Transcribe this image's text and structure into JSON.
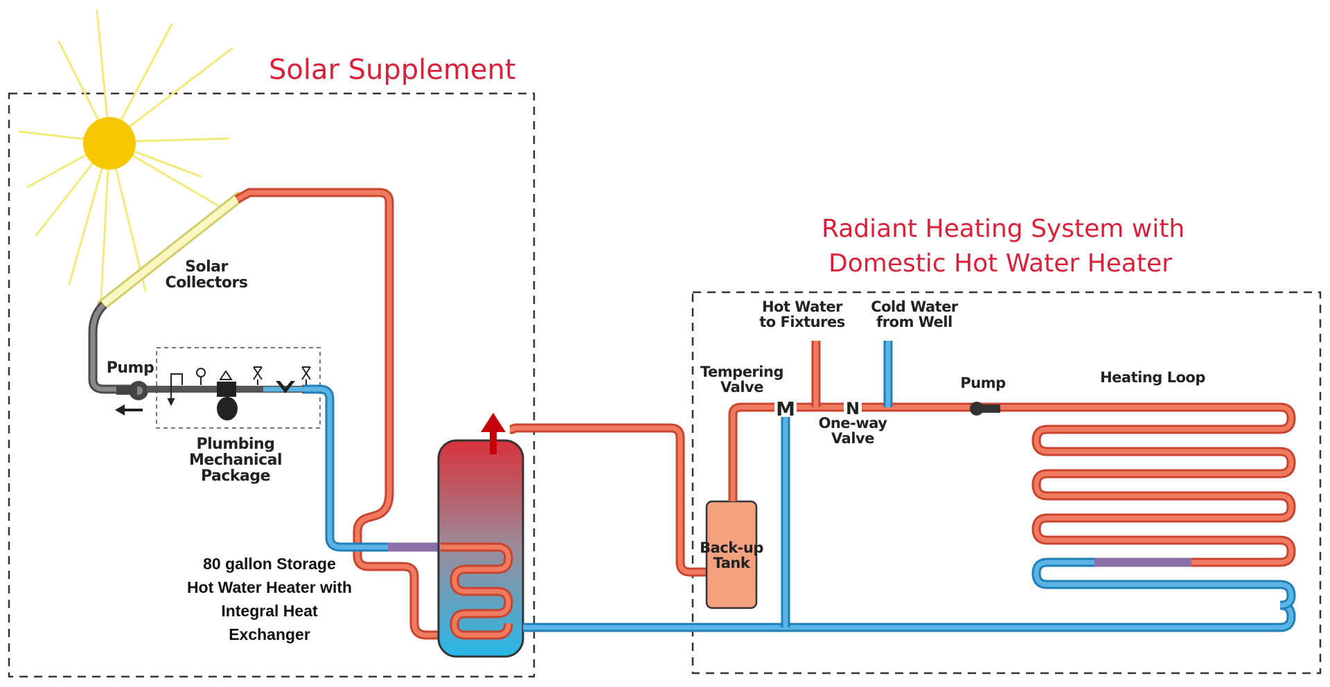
{
  "titles": {
    "solar_supplement": "Solar Supplement",
    "radiant_line1": "Radiant Heating System with",
    "radiant_line2": "Domestic Hot Water Heater"
  },
  "labels": {
    "solar_collectors_1": "Solar",
    "solar_collectors_2": "Collectors",
    "pump_left": "Pump",
    "plumbing_1": "Plumbing",
    "plumbing_2": "Mechanical",
    "plumbing_3": "Package",
    "storage_1": "80 gallon Storage",
    "storage_2": "Hot Water Heater with",
    "storage_3": "Integral Heat",
    "storage_4": "Exchanger",
    "hot_water_1": "Hot Water",
    "hot_water_2": "to Fixtures",
    "cold_water_1": "Cold Water",
    "cold_water_2": "from Well",
    "tempering_1": "Tempering",
    "tempering_2": "Valve",
    "oneway_1": "One-way",
    "oneway_2": "Valve",
    "pump_right": "Pump",
    "heating_loop": "Heating Loop",
    "backup_1": "Back-up",
    "backup_2": "Tank",
    "mixing_valve_symbol": "M",
    "check_valve_symbol": "N"
  },
  "colors": {
    "title_red": "#d9223a",
    "hot_pipe": "#ef7a5f",
    "hot_pipe_edge": "#c9442c",
    "cold_pipe": "#5ab3e3",
    "cold_pipe_edge": "#1f7fb8",
    "sun": "#f7c800",
    "sun_rays": "#f3ea7a",
    "collector_pipe": "#6a6a6a",
    "backup_tank": "#f2a07e",
    "dashed_border": "#333333"
  },
  "icons": {
    "sun": "sun-icon",
    "pump": "pump-icon",
    "up_arrow": "up-arrow-icon",
    "flow_arrow": "left-arrow-icon"
  }
}
